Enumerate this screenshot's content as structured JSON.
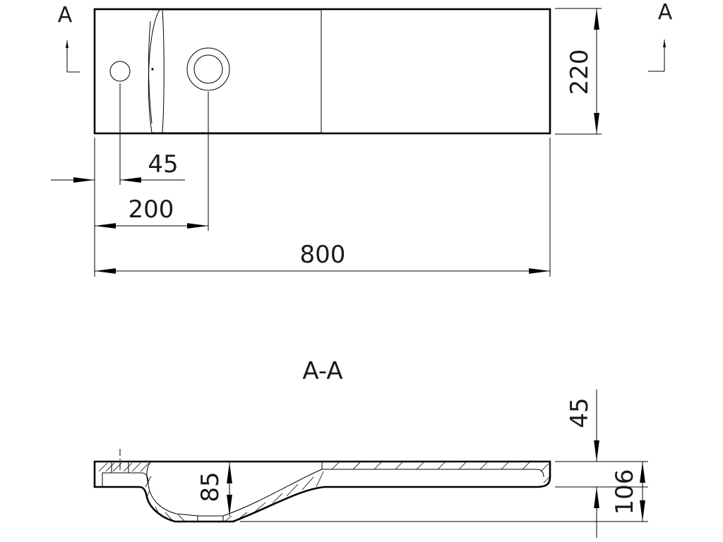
{
  "section_labels": {
    "top_left": "A",
    "top_right": "A",
    "section_title": "A-A"
  },
  "top_view_dimensions": {
    "height": "220",
    "tap_hole_offset": "45",
    "drain_offset": "200",
    "total_width": "800"
  },
  "section_dimensions": {
    "rim_height": "45",
    "basin_depth": "85",
    "total_height": "106"
  }
}
